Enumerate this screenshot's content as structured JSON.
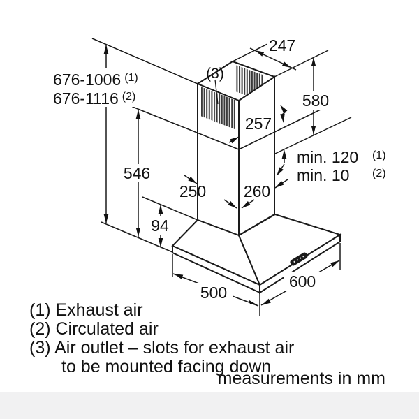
{
  "drawing": {
    "title_hint": "wall-mounted chimney hood installation drawing",
    "dims": {
      "overall_height_1": {
        "value": "676-1006",
        "ref": "(1)"
      },
      "overall_height_2": {
        "value": "676-1116",
        "ref": "(2)"
      },
      "chimney_top_depth": "247",
      "upper_section_height": "580",
      "upper_section_side": "257",
      "lower_section_height": "546",
      "chimney_width_left": "250",
      "chimney_width_right": "260",
      "clearance_1": {
        "value": "min. 120",
        "ref": "(1)"
      },
      "clearance_2": {
        "value": "min. 10",
        "ref": "(2)"
      },
      "canopy_height": "94",
      "hood_depth": "500",
      "hood_width": "600",
      "outlet_label": "(3)"
    },
    "legend": {
      "line1": "(1) Exhaust air",
      "line2": "(2) Circulated air",
      "line3": "(3) Air outlet – slots for exhaust air",
      "line4": "to be mounted facing down"
    },
    "footer": "measurements in mm",
    "colors": {
      "line": "#1a1a1a",
      "hatch": "#3a3a3a",
      "footer_band": "#f1f1f2",
      "button_panel": "#1a1a1a"
    }
  }
}
